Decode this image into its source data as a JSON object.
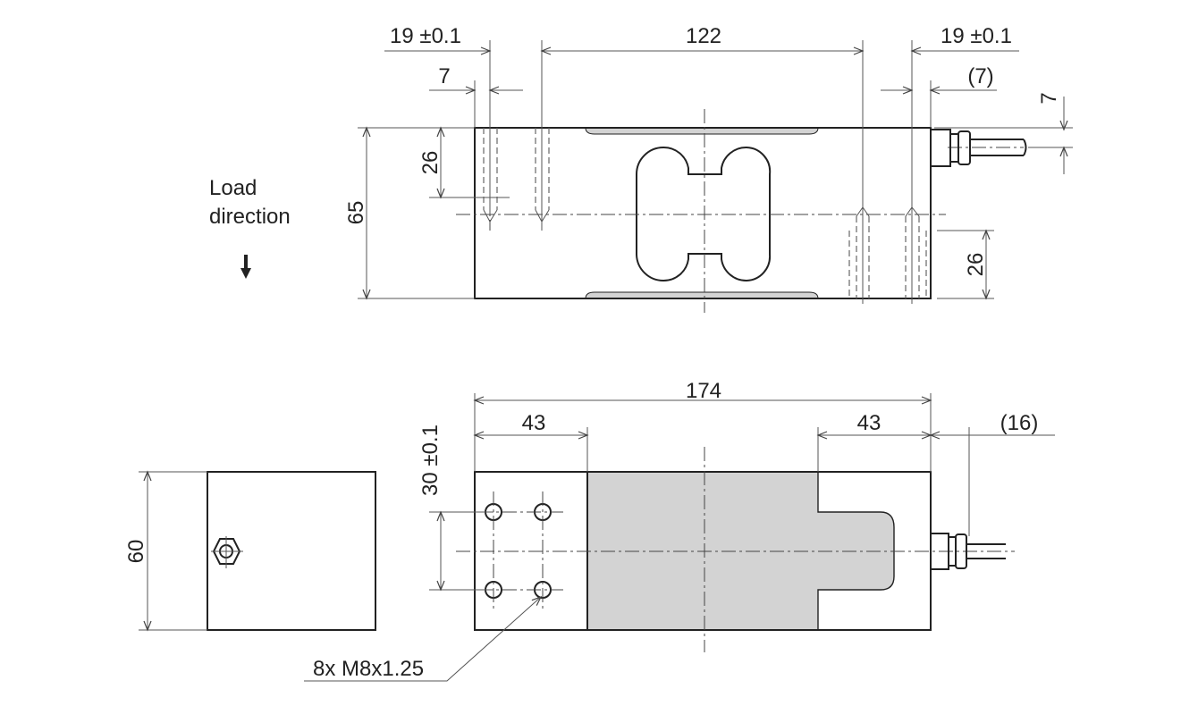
{
  "load_direction": {
    "line1": "Load",
    "line2": "direction"
  },
  "top_view": {
    "dim_left_pitch": "19 ±0.1",
    "dim_hole_span": "122",
    "dim_right_pitch": "19 ±0.1",
    "dim_left_offset": "7",
    "dim_right_offset": "(7)",
    "dim_cable_height": "7",
    "dim_height": "65",
    "dim_left_depth": "26",
    "dim_right_depth": "26"
  },
  "end_view": {
    "dim_width": "60"
  },
  "bottom_view": {
    "dim_length": "174",
    "dim_left_pad": "43",
    "dim_right_pad": "43",
    "dim_cable_gland": "(16)",
    "dim_hole_spacing": "30 ±0.1",
    "thread_callout": "8x M8x1.25"
  },
  "colors": {
    "strain_area": "#d3d3d3",
    "line": "#222222"
  }
}
